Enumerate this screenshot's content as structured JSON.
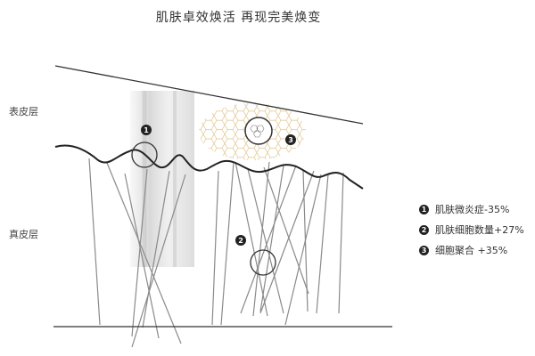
{
  "title": "肌肤卓效焕活 再现完美焕变",
  "layers": {
    "epidermis": "表皮层",
    "dermis": "真皮层"
  },
  "markers": [
    "1",
    "2",
    "3"
  ],
  "legend": [
    {
      "num": "1",
      "text": "肌肤微炎症-35%"
    },
    {
      "num": "2",
      "text": "肌肤细胞数量+27%"
    },
    {
      "num": "3",
      "text": "细胞聚合 +35%"
    }
  ],
  "colors": {
    "line": "#333333",
    "fiber": "#8a8a8a",
    "hexagon": "#e0c48c",
    "marker_fill": "#222222",
    "text": "#333333"
  }
}
